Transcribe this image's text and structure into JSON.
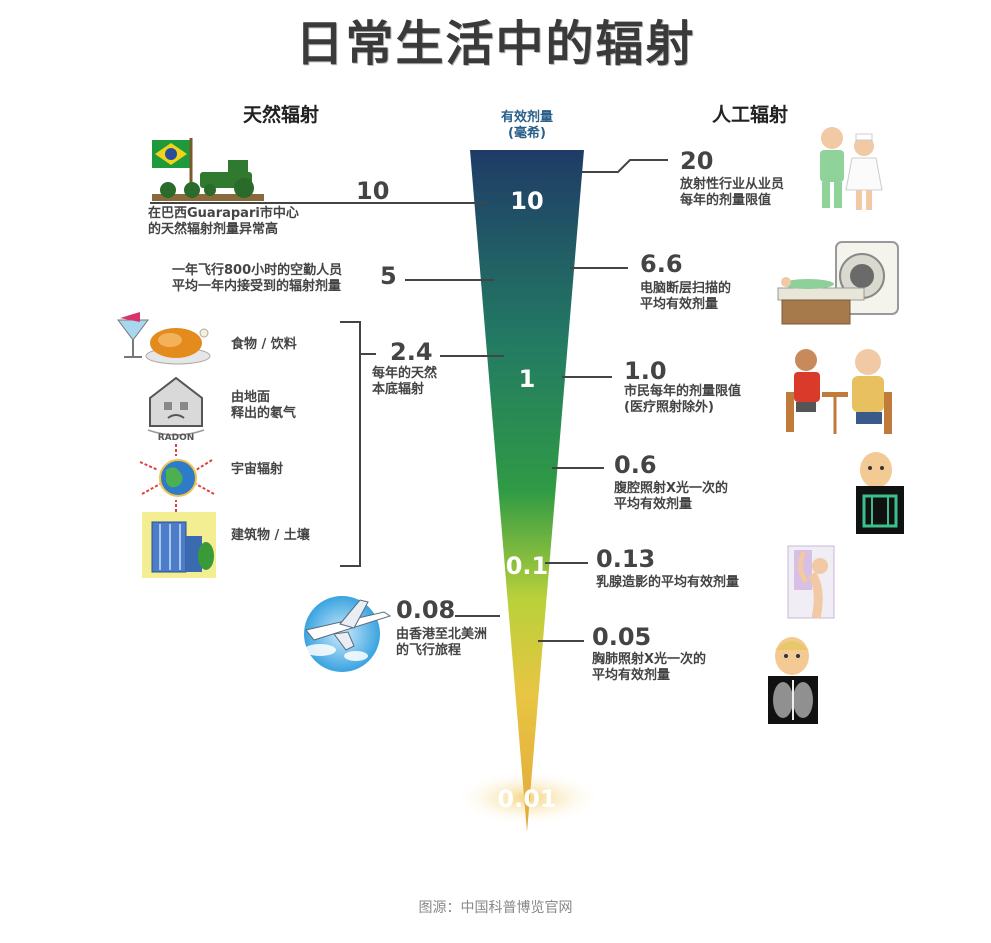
{
  "title": "日常生活中的辐射",
  "headers": {
    "natural": "天然辐射",
    "artificial": "人工辐射",
    "axis": "有效剂量\n(毫希)"
  },
  "scale_labels": [
    "10",
    "1",
    "0.1",
    "0.01"
  ],
  "natural": [
    {
      "value": "10",
      "text": "在巴西Guarapari市中心\n的天然辐射剂量异常高"
    },
    {
      "value": "5",
      "text": "一年飞行800小时的空勤人员\n平均一年内接受到的辐射剂量"
    },
    {
      "value": "2.4",
      "text": "每年的天然\n本底辐射"
    },
    {
      "value": "0.08",
      "text": "由香港至北美洲\n的飞行旅程"
    }
  ],
  "background_sources": [
    "食物 / 饮料",
    "由地面\n释出的氡气",
    "宇宙辐射",
    "建筑物 / 土壤"
  ],
  "radon_sign": "RADON",
  "artificial": [
    {
      "value": "20",
      "text": "放射性行业从业员\n每年的剂量限值"
    },
    {
      "value": "6.6",
      "text": "电脑断层扫描的\n平均有效剂量"
    },
    {
      "value": "1.0",
      "text": "市民每年的剂量限值\n(医疗照射除外)"
    },
    {
      "value": "0.6",
      "text": "腹腔照射X光一次的\n平均有效剂量"
    },
    {
      "value": "0.13",
      "text": "乳腺造影的平均有效剂量"
    },
    {
      "value": "0.05",
      "text": "胸肺照射X光一次的\n平均有效剂量"
    }
  ],
  "caption": "图源：中国科普博览官网",
  "colors": {
    "top": "#1f3b67",
    "mid": "#2f9a45",
    "low": "#d6dd35",
    "tip": "#e7b23e"
  }
}
